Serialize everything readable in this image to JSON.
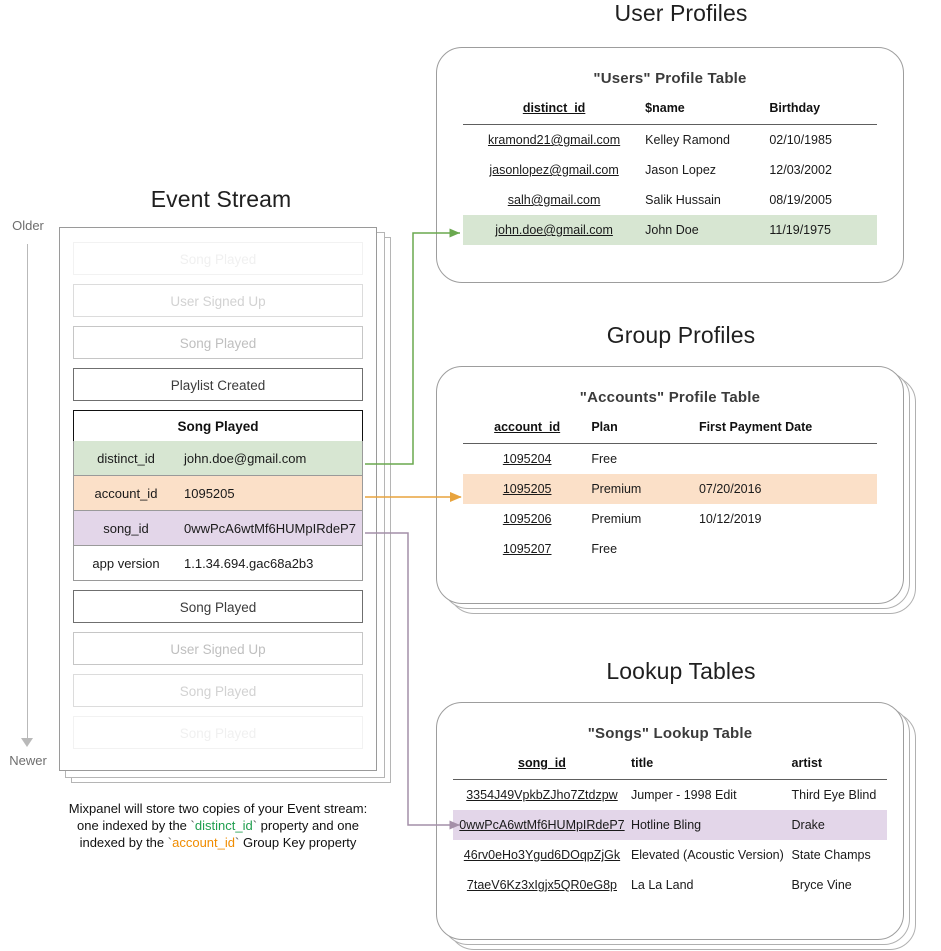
{
  "sections": {
    "event_stream_title": "Event Stream",
    "user_profiles_title": "User Profiles",
    "group_profiles_title": "Group Profiles",
    "lookup_tables_title": "Lookup Tables"
  },
  "timeline": {
    "older_label": "Older",
    "newer_label": "Newer"
  },
  "event_stream": {
    "rows_above": [
      {
        "label": "Song Played",
        "fade": "f4"
      },
      {
        "label": "User Signed Up",
        "fade": "f3"
      },
      {
        "label": "Song Played",
        "fade": "f2"
      },
      {
        "label": "Playlist Created",
        "fade": "f0"
      }
    ],
    "expanded_event": {
      "name": "Song Played",
      "properties": [
        {
          "key": "distinct_id",
          "value": "john.doe@gmail.com",
          "color": "green"
        },
        {
          "key": "account_id",
          "value": "1095205",
          "color": "orange"
        },
        {
          "key": "song_id",
          "value": "0wwPcA6wtMf6HUMpIRdeP7",
          "color": "purple"
        },
        {
          "key": "app version",
          "value": "1.1.34.694.gac68a2b3",
          "color": "plain"
        }
      ]
    },
    "rows_below": [
      {
        "label": "Song Played",
        "fade": "f0"
      },
      {
        "label": "User Signed Up",
        "fade": "f2"
      },
      {
        "label": "Song Played",
        "fade": "f3"
      },
      {
        "label": "Song Played",
        "fade": "f4"
      }
    ]
  },
  "caption": {
    "line1": "Mixpanel will store two copies of your Event stream:",
    "line2_a": "one indexed by the ",
    "line2_token": "distinct_id",
    "line2_b": " property and one",
    "line3_a": "indexed by the ",
    "line3_token": "account_id",
    "line3_b": " Group Key property"
  },
  "users_table": {
    "title": "\"Users\" Profile Table",
    "columns": [
      "distinct_id",
      "$name",
      "Birthday"
    ],
    "rows": [
      {
        "distinct_id": "kramond21@gmail.com",
        "name": "Kelley Ramond",
        "birthday": "02/10/1985",
        "highlight": ""
      },
      {
        "distinct_id": "jasonlopez@gmail.com",
        "name": "Jason Lopez",
        "birthday": "12/03/2002",
        "highlight": ""
      },
      {
        "distinct_id": "salh@gmail.com",
        "name": "Salik Hussain",
        "birthday": "08/19/2005",
        "highlight": ""
      },
      {
        "distinct_id": "john.doe@gmail.com",
        "name": "John Doe",
        "birthday": "11/19/1975",
        "highlight": "hl-green"
      }
    ]
  },
  "accounts_table": {
    "title": "\"Accounts\" Profile Table",
    "columns": [
      "account_id",
      "Plan",
      "First Payment Date"
    ],
    "rows": [
      {
        "account_id": "1095204",
        "plan": "Free",
        "first_payment": "",
        "highlight": ""
      },
      {
        "account_id": "1095205",
        "plan": "Premium",
        "first_payment": "07/20/2016",
        "highlight": "hl-orange"
      },
      {
        "account_id": "1095206",
        "plan": "Premium",
        "first_payment": "10/12/2019",
        "highlight": ""
      },
      {
        "account_id": "1095207",
        "plan": "Free",
        "first_payment": "",
        "highlight": ""
      }
    ]
  },
  "songs_table": {
    "title": "\"Songs\" Lookup Table",
    "columns": [
      "song_id",
      "title",
      "artist"
    ],
    "rows": [
      {
        "song_id": "3354J49VpkbZJho7Ztdzpw",
        "title": "Jumper - 1998 Edit",
        "artist": "Third Eye Blind",
        "highlight": ""
      },
      {
        "song_id": "0wwPcA6wtMf6HUMpIRdeP7",
        "title": "Hotline Bling",
        "artist": "Drake",
        "highlight": "hl-purple"
      },
      {
        "song_id": "46rv0eHo3Ygud6DOqpZjGk",
        "title": "Elevated (Acoustic Version)",
        "artist": "State Champs",
        "highlight": ""
      },
      {
        "song_id": "7taeV6Kz3xIgjx5QR0eG8p",
        "title": "La La Land",
        "artist": "Bryce Vine",
        "highlight": ""
      }
    ]
  },
  "colors": {
    "green": "#d7e6d2",
    "orange": "#fbe0c8",
    "purple": "#e3d6e9",
    "connector_green": "#6aa84f",
    "connector_orange": "#e8a33d",
    "connector_purple": "#a48fa8"
  }
}
